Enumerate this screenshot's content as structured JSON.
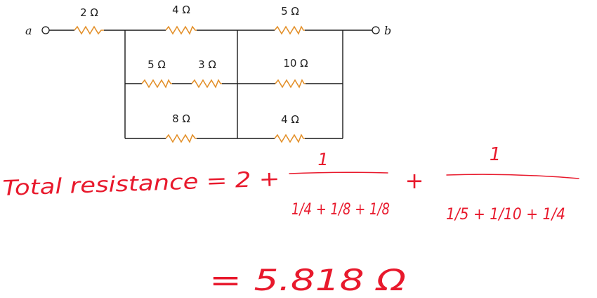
{
  "circuit": {
    "terminal_a": "a",
    "terminal_b": "b",
    "resistors": {
      "r_2": "2 Ω",
      "r_4_top": "4 Ω",
      "r_5_top": "5 Ω",
      "r_5_mid": "5 Ω",
      "r_3": "3 Ω",
      "r_10": "10 Ω",
      "r_8": "8 Ω",
      "r_4_bottom": "4 Ω"
    },
    "colors": {
      "wire": "#1a1a1a",
      "resistor": "#e3902a"
    }
  },
  "handwriting": {
    "color": "#e8192c",
    "lead": "Total resistance = 2 +",
    "frac1_numerator": "1",
    "frac1_denominator": "1/4 + 1/8 + 1/8",
    "plus": "+",
    "frac2_numerator": "1",
    "frac2_denominator": "1/5 + 1/10 + 1/4",
    "result": "= 5.818 Ω"
  }
}
